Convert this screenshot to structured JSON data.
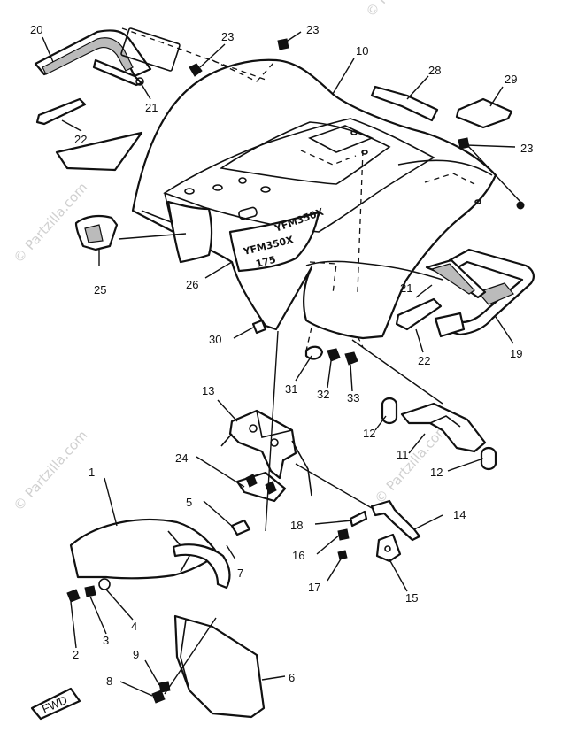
{
  "watermark": "© Partzilla.com",
  "decal": {
    "model_text": "YFM350X",
    "sub_text": "175"
  },
  "fwd_label": "FWD",
  "callouts": {
    "p1": "1",
    "p2": "2",
    "p3": "3",
    "p4": "4",
    "p5": "5",
    "p6": "6",
    "p7": "7",
    "p8": "8",
    "p9": "9",
    "p10": "10",
    "p11": "11",
    "p12a": "12",
    "p12b": "12",
    "p13": "13",
    "p14": "14",
    "p15": "15",
    "p16": "16",
    "p17": "17",
    "p18": "18",
    "p19": "19",
    "p20": "20",
    "p21a": "21",
    "p21b": "21",
    "p22a": "22",
    "p22b": "22",
    "p23a": "23",
    "p23b": "23",
    "p23c": "23",
    "p24": "24",
    "p25": "25",
    "p26": "26",
    "p28": "28",
    "p29": "29",
    "p30": "30",
    "p31": "31",
    "p32": "32",
    "p33": "33"
  }
}
